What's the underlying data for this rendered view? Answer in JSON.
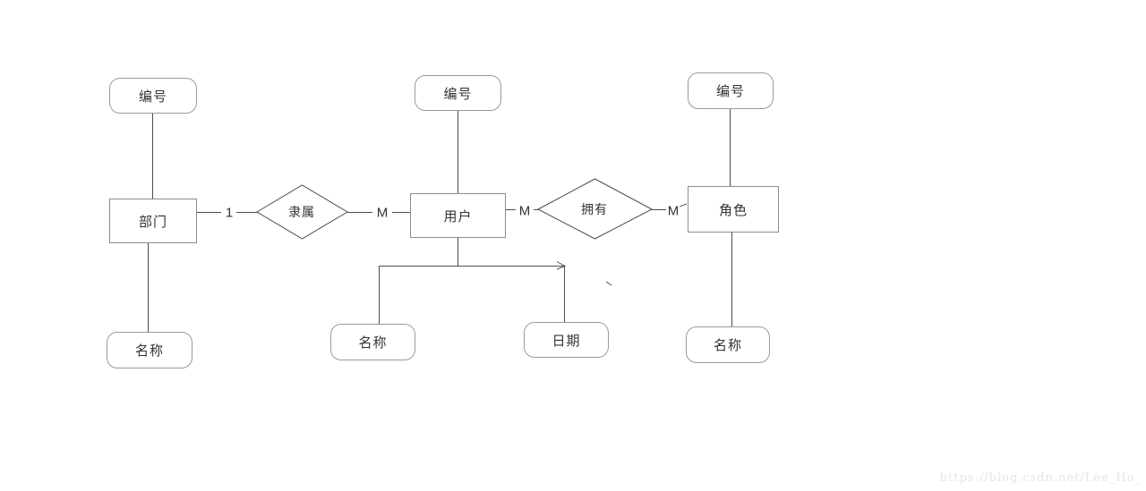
{
  "diagram": {
    "entities": {
      "department": "部门",
      "user": "用户",
      "role": "角色"
    },
    "attributes": {
      "department_id": "编号",
      "department_name": "名称",
      "user_id": "编号",
      "user_name": "名称",
      "user_date": "日期",
      "role_id": "编号",
      "role_name": "名称"
    },
    "relationships": {
      "belongs_to": "隶属",
      "owns": "拥有"
    },
    "cardinalities": {
      "department_side": "1",
      "belongs_user_side": "M",
      "user_owns_side": "M",
      "owns_role_side": "M"
    },
    "colors": {
      "line": "#4d4d4d",
      "entity_border": "#8c8c8c",
      "attribute_border": "#9a9a9a",
      "text": "#333333",
      "watermark": "#e8e5e1",
      "background": "#ffffff"
    }
  },
  "watermark": {
    "text": "https://blog.csdn.net/Lee_Ho_"
  }
}
